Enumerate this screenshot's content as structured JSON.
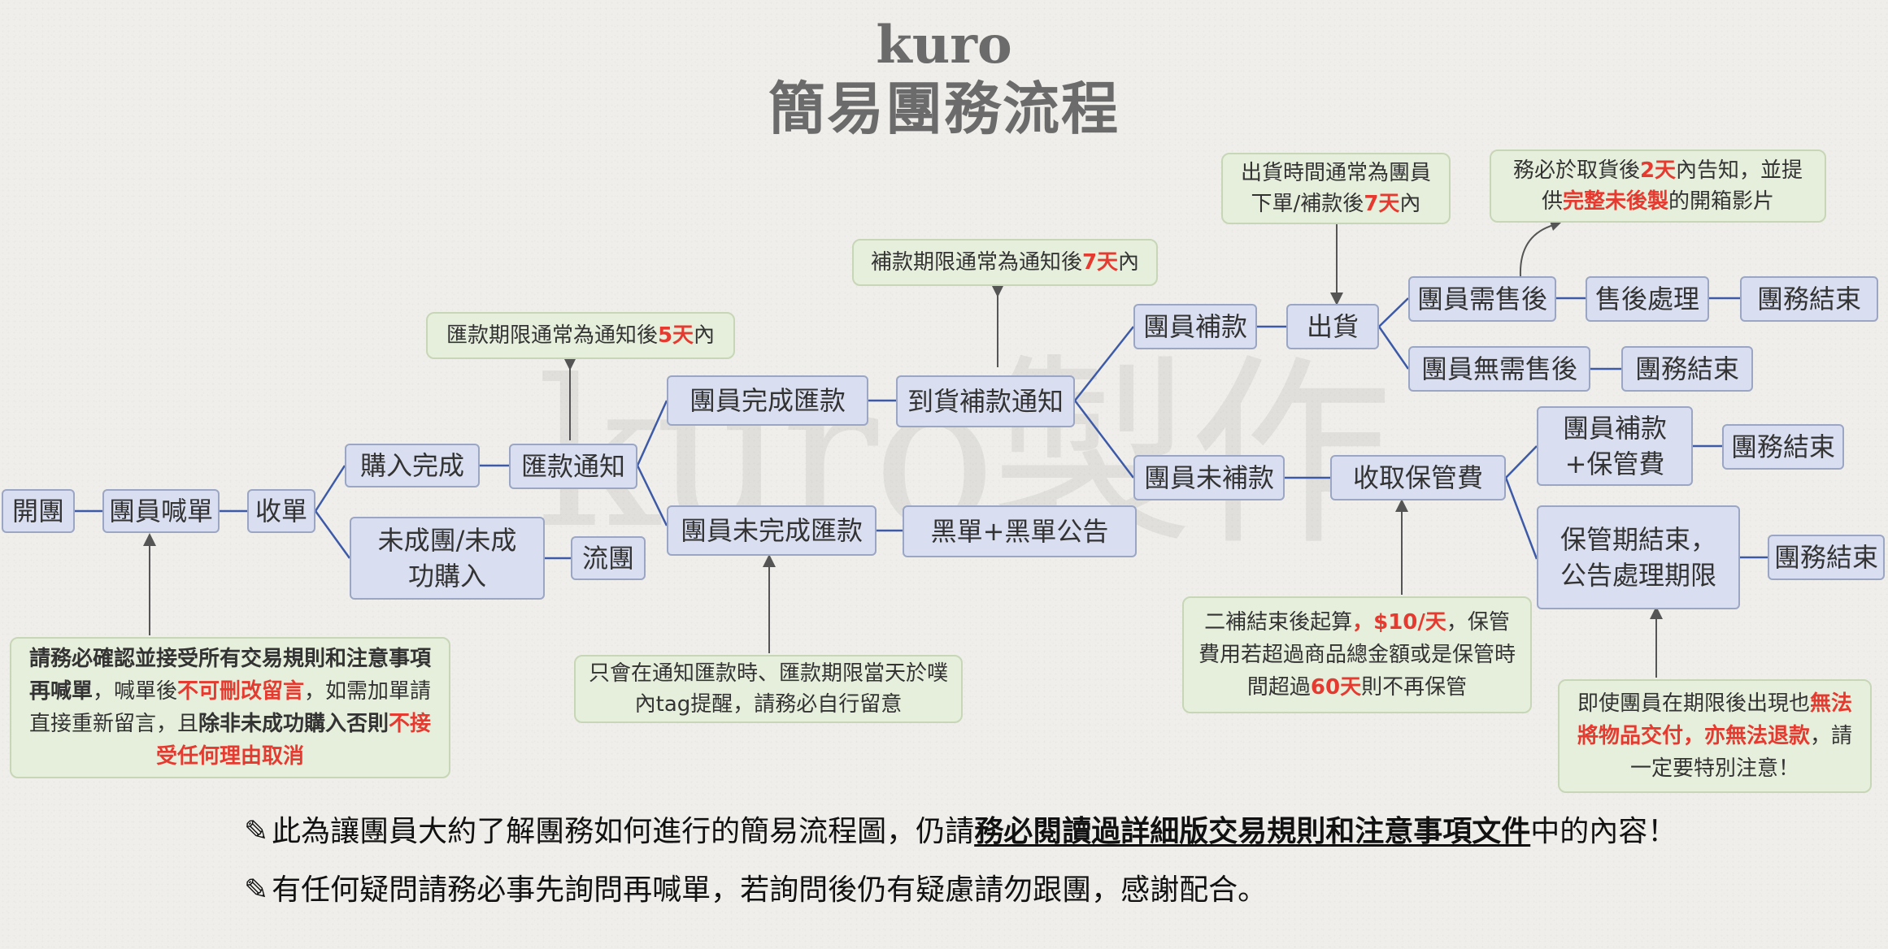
{
  "title": {
    "brand": "kuro",
    "main": "簡易團務流程"
  },
  "watermark": "kuro製作",
  "nodes": {
    "open": "開團",
    "order": "團員喊單",
    "collect": "收單",
    "bought": "購入完成",
    "failed": "未成團/未成功購入",
    "flow": "流團",
    "remit_notice": "匯款通知",
    "remit_done": "團員完成匯款",
    "remit_undone": "團員未完成匯款",
    "blacklist": "黑單+黑單公告",
    "arrival_notice": "到貨補款通知",
    "paid": "團員補款",
    "unpaid": "團員未補款",
    "ship": "出貨",
    "need_after": "團員需售後",
    "no_after": "團員無需售後",
    "after_proc": "售後處理",
    "end1": "團務結束",
    "end2": "團務結束",
    "storage_fee": "收取保管費",
    "paid_fee": "團員補款+保管費",
    "storage_end": "保管期結束，公告處理期限",
    "end3": "團務結束",
    "end4": "團務結束"
  },
  "notes": {
    "remit_deadline": {
      "pre": "匯款期限通常為通知後",
      "hl": "5天",
      "post": "內"
    },
    "pay_deadline": {
      "pre": "補款期限通常為通知後",
      "hl": "7天",
      "post": "內"
    },
    "ship_time": {
      "l1": "出貨時間通常為團員",
      "l2pre": "下單/補款後",
      "hl": "7天",
      "post": "內"
    },
    "unbox": {
      "pre": "務必於取貨後",
      "hl1": "2天",
      "mid": "內告知，並提",
      "l2pre": "供",
      "hl2": "完整未後製",
      "post": "的開箱影片"
    },
    "order_rule": {
      "b1": "請務必確認並接受所有交易規則和注意事項再喊單",
      "t1": "，喊單後",
      "r1": "不可刪改留言",
      "t2": "，如需加單請直接重新留言，且",
      "b2": "除非未成功購入否則",
      "r2": "不接受任何理由取消"
    },
    "remind": {
      "text": "只會在通知匯款時、匯款期限當天於噗內tag提醒，請務必自行留意"
    },
    "fee_rule": {
      "t1": "二補結束後起算",
      "hl1": "，$10/天",
      "t2": "，保管費用若超過商品總金額或是保管時間超過",
      "hl2": "60天",
      "t3": "則不再保管"
    },
    "storage_warn": {
      "t1": "即使團員在期限後出現也",
      "hl": "無法將物品交付，亦無法退款",
      "t2": "，請一定要特別注意！"
    }
  },
  "footer": {
    "line1_pre": "此為讓團員大約了解團務如何進行的簡易流程圖，仍請",
    "line1_bold": "務必閱讀過詳細版交易規則和注意事項文件",
    "line1_post": "中的內容！",
    "line2": "有任何疑問請務必事先詢問再喊單，若詢問後仍有疑慮請勿跟團，感謝配合。",
    "icon": "pencil-icon"
  },
  "colors": {
    "node_fill": "#d9dff0",
    "node_border": "#9aa6c4",
    "note_fill": "#e6efdc",
    "connector": "#3d5aa8",
    "highlight": "#e53a2f"
  }
}
